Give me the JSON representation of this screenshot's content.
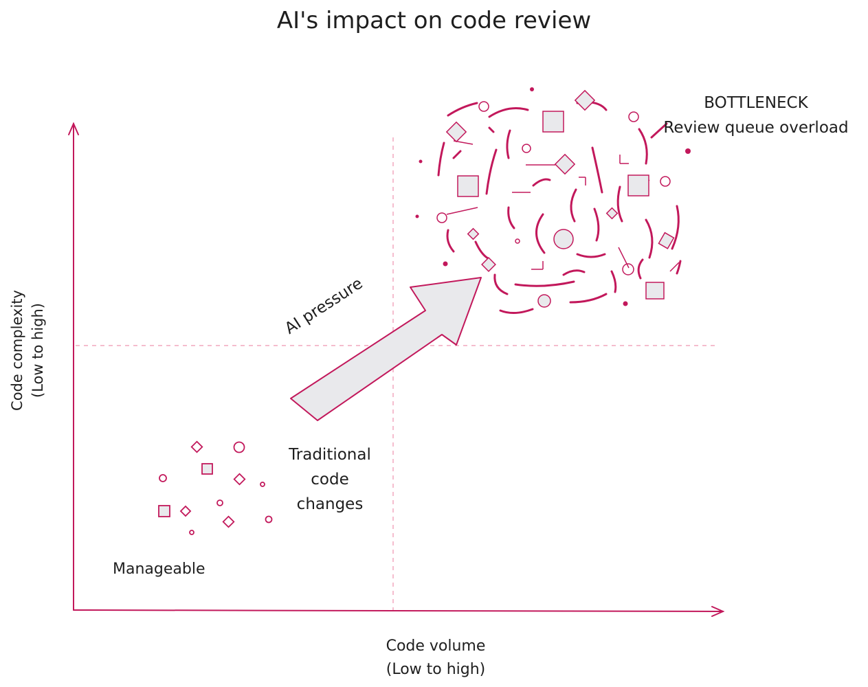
{
  "title": "AI's impact on code review",
  "y_axis": {
    "line1": "Code complexity",
    "line2": "(Low to high)"
  },
  "x_axis": {
    "line1": "Code volume",
    "line2": "(Low to high)"
  },
  "quadrant_low": {
    "label_line1": "Traditional",
    "label_line2": "code",
    "label_line3": "changes",
    "corner_label": "Manageable"
  },
  "quadrant_high": {
    "label_line1": "BOTTLENECK",
    "label_line2": "Review queue overload"
  },
  "arrow": {
    "label": "AI pressure"
  },
  "colors": {
    "accent": "#c2185b",
    "fill": "#e9e9ec",
    "divider": "#f2a7be",
    "text": "#1e1e1e"
  },
  "icons": [
    "circle-shape-icon",
    "square-shape-icon",
    "diamond-shape-icon",
    "line-fragment-icon"
  ]
}
